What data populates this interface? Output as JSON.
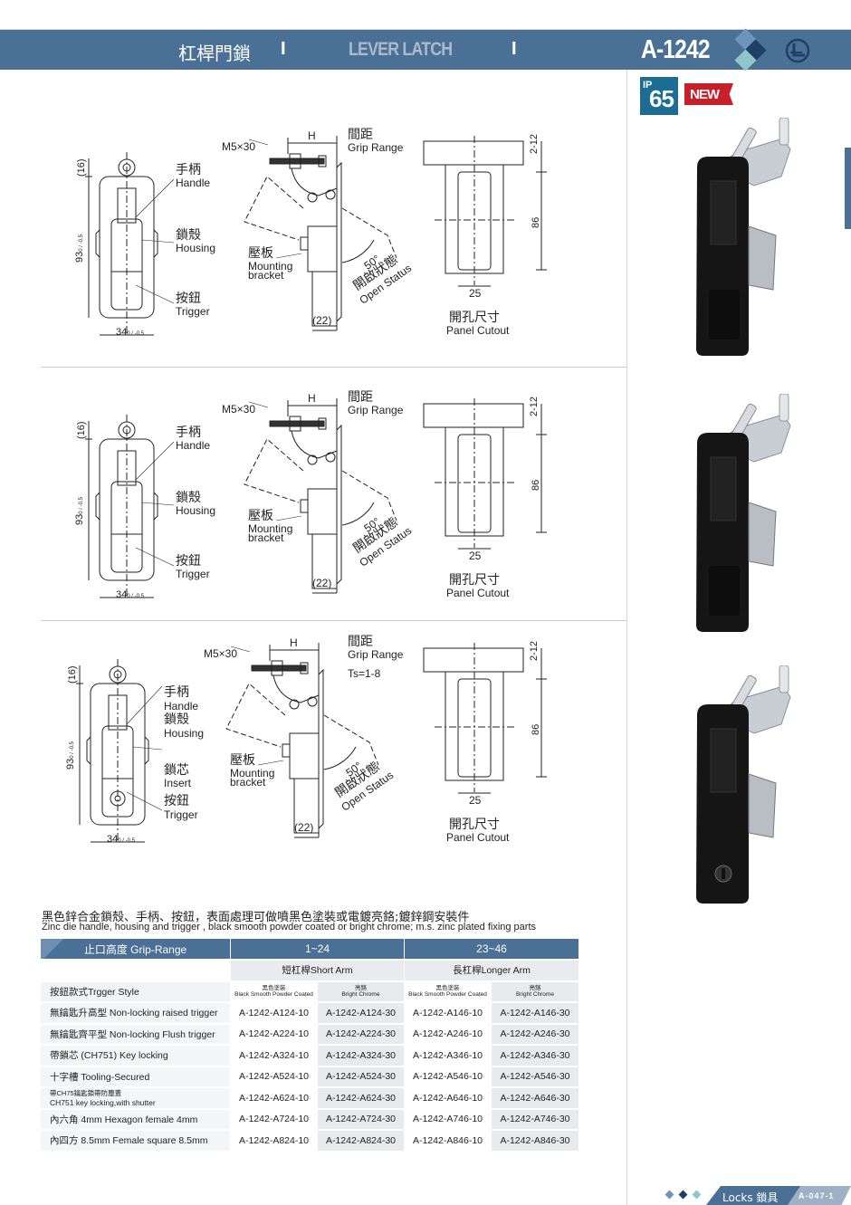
{
  "header": {
    "title_cn": "杠桿門鎖",
    "separator": "I",
    "title_en": "LEVER LATCH",
    "model": "A-1242",
    "colors": {
      "bar": "#4a7095",
      "diamond_light": "#6e94bb",
      "diamond_dark": "#1f3f66",
      "diamond_teal": "#8ec6c9"
    }
  },
  "badges": {
    "ip_prefix": "IP",
    "ip_value": "65",
    "new": "NEW"
  },
  "drawings": [
    {
      "handle_cn": "手柄",
      "handle_en": "Handle",
      "housing_cn": "鎖殼",
      "housing_en": "Housing",
      "trigger_cn": "按鈕",
      "trigger_en": "Trigger",
      "dim_top": "(16)",
      "dim_height": "93",
      "dim_height_tol": "0 / -0.5",
      "dim_width": "34",
      "dim_width_tol": "0 / -0.5",
      "screw": "M5×30",
      "h": "H",
      "grip_cn": "間距",
      "grip_en": "Grip Range",
      "bracket_cn": "壓板",
      "bracket_en1": "Mounting",
      "bracket_en2": "bracket",
      "angle": "50°",
      "open_cn": "開啟狀態",
      "open_en": "Open Status",
      "depth": "(22)",
      "cut_range": "2-12",
      "cut_h": "86",
      "cut_w": "25",
      "cutout_cn": "開孔尺寸",
      "cutout_en": "Panel Cutout"
    },
    {
      "handle_cn": "手柄",
      "handle_en": "Handle",
      "housing_cn": "鎖殼",
      "housing_en": "Housing",
      "trigger_cn": "按鈕",
      "trigger_en": "Trigger",
      "dim_top": "(16)",
      "dim_height": "93",
      "dim_height_tol": "0 / -0.5",
      "dim_width": "34",
      "dim_width_tol": "0 / -0.5",
      "screw": "M5×30",
      "h": "H",
      "grip_cn": "間距",
      "grip_en": "Grip Range",
      "bracket_cn": "壓板",
      "bracket_en1": "Mounting",
      "bracket_en2": "bracket",
      "angle": "50°",
      "open_cn": "開啟狀態",
      "open_en": "Open Status",
      "depth": "(22)",
      "cut_range": "2-12",
      "cut_h": "86",
      "cut_w": "25",
      "cutout_cn": "開孔尺寸",
      "cutout_en": "Panel Cutout"
    },
    {
      "handle_cn": "手柄",
      "handle_en": "Handle",
      "housing_cn": "鎖殼",
      "housing_en": "Housing",
      "insert_cn": "鎖芯",
      "insert_en": "Insert",
      "trigger_cn": "按鈕",
      "trigger_en": "Trigger",
      "dim_top": "(16)",
      "dim_height": "93",
      "dim_height_tol": "0 / -0.5",
      "dim_width": "34",
      "dim_width_tol": "0 / -0.5",
      "screw": "M5×30",
      "h": "H",
      "grip_cn": "間距",
      "grip_en": "Grip Range",
      "ts": "Ts=1-8",
      "bracket_cn": "壓板",
      "bracket_en1": "Mounting",
      "bracket_en2": "bracket",
      "angle": "50°",
      "open_cn": "開啟狀態",
      "open_en": "Open Status",
      "depth": "(22)",
      "cut_range": "2-12",
      "cut_h": "86",
      "cut_w": "25",
      "cutout_cn": "開孔尺寸",
      "cutout_en": "Panel Cutout"
    }
  ],
  "description": {
    "cn": "黑色鋅合金鎖殼、手柄、按鈕，表面處理可做噴黑色塗裝或電鍍亮鉻;鍍鋅鋼安裝件",
    "en": "Zinc die handle, housing and trigger , black smooth powder coated or bright chrome; m.s. zinc plated fixing parts"
  },
  "table": {
    "grip_label": "止口高度 Grip-Range",
    "grip_short": "1~24",
    "grip_long": "23~46",
    "short_arm": "短杠桿Short Arm",
    "long_arm": "長杠桿Longer Arm",
    "style_label": "按鈕款式Trgger Style",
    "finishes": [
      {
        "cn": "黑色塗裝",
        "en": "Black Smooth Powder Coated"
      },
      {
        "cn": "亮鉻",
        "en": "Bright Chrome"
      },
      {
        "cn": "黑色塗裝",
        "en": "Black Smooth Powder Coated"
      },
      {
        "cn": "亮鉻",
        "en": "Bright Chrome"
      }
    ],
    "rows": [
      {
        "label": "無鑰匙升高型 Non-locking raised trigger",
        "codes": [
          "A-1242-A124-10",
          "A-1242-A124-30",
          "A-1242-A146-10",
          "A-1242-A146-30"
        ]
      },
      {
        "label": "無鑰匙齊平型 Non-locking Flush trigger",
        "codes": [
          "A-1242-A224-10",
          "A-1242-A224-30",
          "A-1242-A246-10",
          "A-1242-A246-30"
        ]
      },
      {
        "label": "帶鎖芯 (CH751) Key locking",
        "codes": [
          "A-1242-A324-10",
          "A-1242-A324-30",
          "A-1242-A346-10",
          "A-1242-A346-30"
        ]
      },
      {
        "label": "十字槽 Tooling-Secured",
        "codes": [
          "A-1242-A524-10",
          "A-1242-A524-30",
          "A-1242-A546-10",
          "A-1242-A546-30"
        ]
      },
      {
        "label": "帶CH75鑰匙鎖帶防塵蓋",
        "label2": "CH751 key locking,with shutter",
        "codes": [
          "A-1242-A624-10",
          "A-1242-A624-30",
          "A-1242-A646-10",
          "A-1242-A646-30"
        ]
      },
      {
        "label": "內六角 4mm Hexagon female 4mm",
        "codes": [
          "A-1242-A724-10",
          "A-1242-A724-30",
          "A-1242-A746-10",
          "A-1242-A746-30"
        ]
      },
      {
        "label": "內四方 8.5mm Female square 8.5mm",
        "codes": [
          "A-1242-A824-10",
          "A-1242-A824-30",
          "A-1242-A846-10",
          "A-1242-A846-30"
        ]
      }
    ]
  },
  "footer": {
    "section": "Locks 鎖具",
    "page": "A-047-1"
  }
}
